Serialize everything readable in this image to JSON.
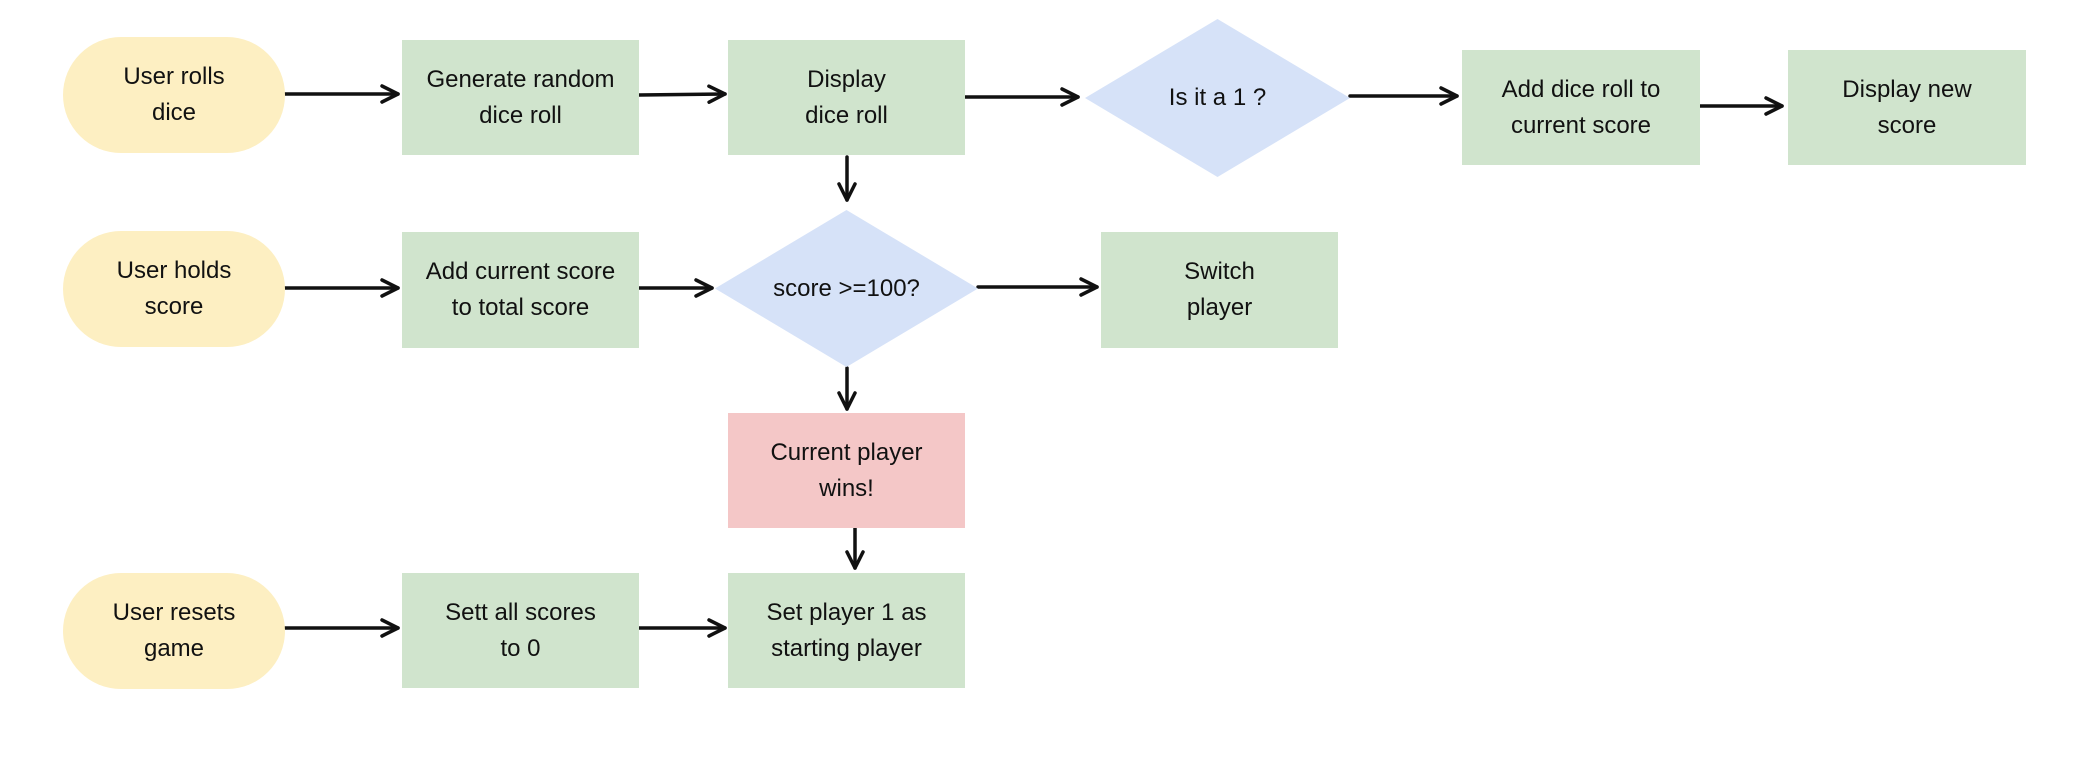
{
  "colors": {
    "terminal": "#fdefc2",
    "process": "#d0e4cd",
    "decision": "#d6e2f8",
    "alert": "#f4c7c7",
    "connector": "#111111"
  },
  "nodes": {
    "user_rolls_dice": "User rolls\ndice",
    "generate_random_roll": "Generate random\ndice roll",
    "display_dice_roll": "Display\ndice roll",
    "is_it_a_1": "Is it a 1 ?",
    "add_roll_to_current": "Add dice roll to\ncurrent score",
    "display_new_score": "Display new\nscore",
    "user_holds_score": "User holds\nscore",
    "add_current_to_total": "Add current score\nto total score",
    "score_check": "score >=100?",
    "switch_player": "Switch\nplayer",
    "current_player_wins": "Current player\nwins!",
    "user_resets_game": "User resets\ngame",
    "set_all_scores_zero": "Sett all scores\nto 0",
    "set_player_one_start": "Set player 1 as\nstarting player"
  }
}
